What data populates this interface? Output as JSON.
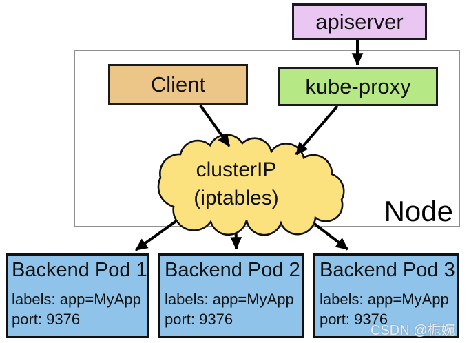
{
  "apiserver": {
    "label": "apiserver"
  },
  "client": {
    "label": "Client"
  },
  "kube_proxy": {
    "label": "kube-proxy"
  },
  "cluster_ip": {
    "line1": "clusterIP",
    "line2": "(iptables)"
  },
  "node": {
    "label": "Node"
  },
  "pods": [
    {
      "title": "Backend Pod 1",
      "labels": "labels: app=MyApp",
      "port": "port: 9376"
    },
    {
      "title": "Backend Pod 2",
      "labels": "labels: app=MyApp",
      "port": "port: 9376"
    },
    {
      "title": "Backend Pod 3",
      "labels": "labels: app=MyApp",
      "port": "port: 9376"
    }
  ],
  "watermark": "CSDN @栀婉",
  "colors": {
    "apiserver_fill": "#eac7f3",
    "client_fill": "#ecc689",
    "kube_proxy_fill": "#b6e985",
    "cloud_fill": "#fbe27e",
    "pod_fill": "#8fc3ea",
    "node_border": "#8f8f8f",
    "box_border": "#1a1a1a",
    "arrow_color": "#000000"
  }
}
